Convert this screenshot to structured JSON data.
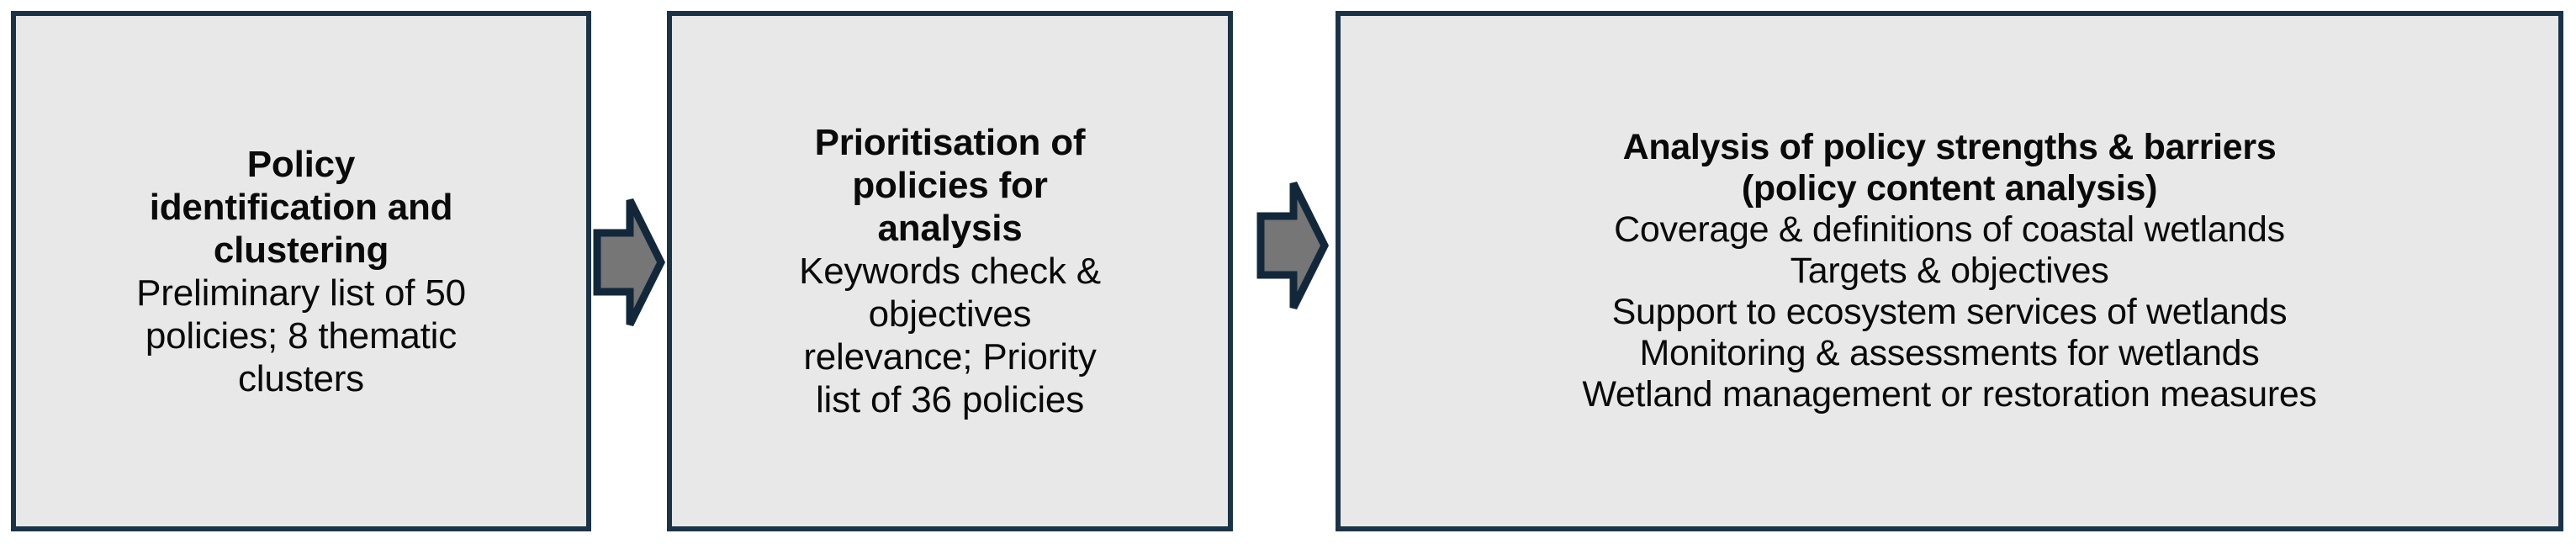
{
  "diagram": {
    "type": "process-flow",
    "orientation": "horizontal",
    "step_count": 3,
    "colors": {
      "box_fill": "#e8e8e8",
      "box_border": "#1b3347",
      "arrow_fill": "#767676",
      "arrow_stroke": "#12283a",
      "text": "#0a0a0a",
      "background": "#ffffff"
    },
    "steps": [
      {
        "id": "step-1",
        "title": "Policy\nidentification and\nclustering",
        "body": "Preliminary list of 50\npolicies; 8 thematic\nclusters"
      },
      {
        "id": "step-2",
        "title": "Prioritisation of\npolicies for\nanalysis",
        "body": "Keywords check &\nobjectives\nrelevance; Priority\nlist of 36 policies"
      },
      {
        "id": "step-3",
        "title": "Analysis of policy strengths & barriers\n(policy content analysis)",
        "body": "Coverage & definitions of coastal wetlands\nTargets & objectives\nSupport to ecosystem services of wetlands\nMonitoring & assessments for wetlands\nWetland management or restoration measures"
      }
    ],
    "connectors": [
      {
        "id": "arrow-1",
        "from": "step-1",
        "to": "step-2",
        "glyph": "right-arrow"
      },
      {
        "id": "arrow-2",
        "from": "step-2",
        "to": "step-3",
        "glyph": "right-arrow"
      }
    ]
  }
}
